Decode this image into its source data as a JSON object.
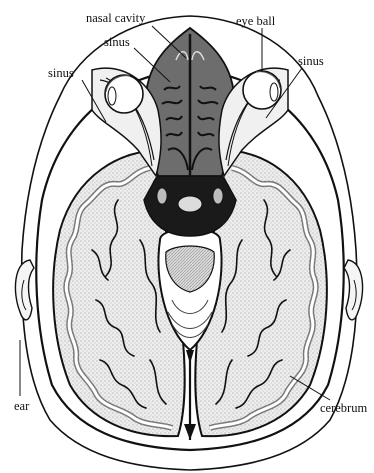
{
  "labels": {
    "nasal_cavity": "nasal cavity",
    "sinus_top": "sinus",
    "sinus_left": "sinus",
    "eye_ball": "eye ball",
    "sinus_right": "sinus",
    "ear": "ear",
    "cerebrum": "cerebrum"
  },
  "colors": {
    "ink": "#111111",
    "white_matter": "#e6e6e6",
    "gray_matter": "#ffffff",
    "dark_fill": "#1a1a1a",
    "mid_gray": "#7a7a7a"
  }
}
